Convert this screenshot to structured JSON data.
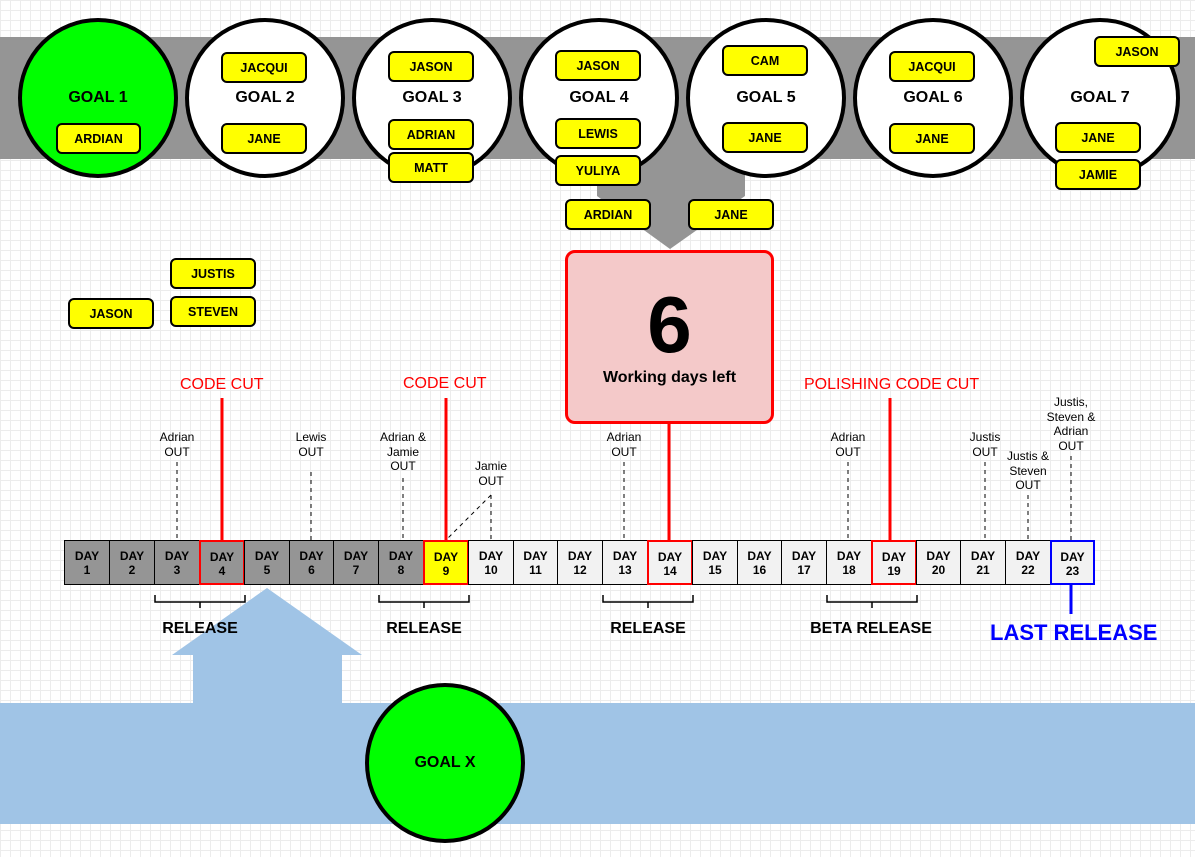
{
  "goals": [
    {
      "id": "goal-1",
      "label": "GOAL 1",
      "status": "done"
    },
    {
      "id": "goal-2",
      "label": "GOAL 2",
      "status": "open"
    },
    {
      "id": "goal-3",
      "label": "GOAL 3",
      "status": "open"
    },
    {
      "id": "goal-4",
      "label": "GOAL 4",
      "status": "open"
    },
    {
      "id": "goal-5",
      "label": "GOAL 5",
      "status": "open"
    },
    {
      "id": "goal-6",
      "label": "GOAL 6",
      "status": "open"
    },
    {
      "id": "goal-7",
      "label": "GOAL 7",
      "status": "open"
    }
  ],
  "goal_x": {
    "label": "GOAL X",
    "status": "done"
  },
  "assignments": {
    "goal_1": [
      "ARDIAN"
    ],
    "goal_2": [
      "JACQUI",
      "JANE"
    ],
    "goal_3": [
      "JASON",
      "ADRIAN",
      "MATT"
    ],
    "goal_4": [
      "JASON",
      "LEWIS",
      "YULIYA",
      "ARDIAN",
      "JANE"
    ],
    "goal_5": [
      "CAM",
      "JANE"
    ],
    "goal_6": [
      "JACQUI",
      "JANE"
    ],
    "goal_7": [
      "JASON",
      "JANE",
      "JAMIE"
    ],
    "unassigned": [
      "JUSTIS",
      "JASON",
      "STEVEN"
    ]
  },
  "countdown": {
    "value": "6",
    "label": "Working days left"
  },
  "day_prefix": "DAY",
  "days": [
    {
      "n": "1",
      "state": "past"
    },
    {
      "n": "2",
      "state": "past"
    },
    {
      "n": "3",
      "state": "past"
    },
    {
      "n": "4",
      "state": "past",
      "marker": "red"
    },
    {
      "n": "5",
      "state": "past"
    },
    {
      "n": "6",
      "state": "past"
    },
    {
      "n": "7",
      "state": "past"
    },
    {
      "n": "8",
      "state": "past"
    },
    {
      "n": "9",
      "state": "today",
      "marker": "red"
    },
    {
      "n": "10",
      "state": "future"
    },
    {
      "n": "11",
      "state": "future"
    },
    {
      "n": "12",
      "state": "future"
    },
    {
      "n": "13",
      "state": "future"
    },
    {
      "n": "14",
      "state": "future",
      "marker": "red"
    },
    {
      "n": "15",
      "state": "future"
    },
    {
      "n": "16",
      "state": "future"
    },
    {
      "n": "17",
      "state": "future"
    },
    {
      "n": "18",
      "state": "future"
    },
    {
      "n": "19",
      "state": "future",
      "marker": "red"
    },
    {
      "n": "20",
      "state": "future"
    },
    {
      "n": "21",
      "state": "future"
    },
    {
      "n": "22",
      "state": "future"
    },
    {
      "n": "23",
      "state": "future",
      "marker": "blue"
    }
  ],
  "milestones": {
    "code_cut_1": "CODE CUT",
    "code_cut_2": "CODE CUT",
    "polishing_code_cut": "POLISHING CODE CUT"
  },
  "absences": [
    "Adrian\nOUT",
    "Lewis\nOUT",
    "Adrian &\nJamie\nOUT",
    "Jamie\nOUT",
    "Adrian\nOUT",
    "Adrian\nOUT",
    "Justis\nOUT",
    "Justis &\nSteven\nOUT",
    "Justis,\nSteven &\nAdrian\nOUT"
  ],
  "releases": [
    "RELEASE",
    "RELEASE",
    "RELEASE",
    "BETA RELEASE"
  ],
  "last_release": "LAST RELEASE",
  "colors": {
    "goal_done": "#00ff00",
    "assignee_tag": "#ffff00",
    "milestone": "#ff0000",
    "last_release": "#0000ff",
    "countdown_fill": "#f4c9c9",
    "past_day": "#959595",
    "backlog_band": "#a0c4e6"
  }
}
